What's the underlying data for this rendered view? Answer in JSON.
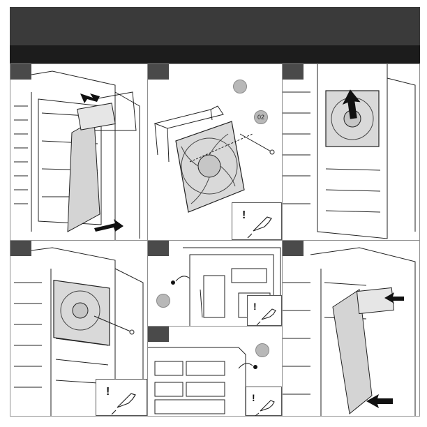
{
  "manual": {
    "title": "",
    "section": ""
  },
  "steps": [
    {
      "panel": "remove-front-cover",
      "arrows": [
        "release-latch",
        "pull-cover-out"
      ]
    },
    {
      "panel": "attach-fan-to-bracket",
      "callouts": [
        "",
        "02"
      ],
      "tip_icon": "screwdriver-icon"
    },
    {
      "panel": "slide-fan-bracket-up",
      "arrows": [
        "lift-bracket"
      ]
    },
    {
      "panel": "fasten-bracket-screw",
      "tip_icon": "screwdriver-icon"
    },
    {
      "panel": "secure-bottom-screw",
      "callouts": [
        ""
      ],
      "tip_icon": "screwdriver-icon"
    },
    {
      "panel": "secure-rear-screw",
      "callouts": [
        ""
      ],
      "tip_icon": "screwdriver-icon"
    },
    {
      "panel": "reinstall-front-cover",
      "arrows": [
        "push-latch",
        "push-cover-in"
      ]
    }
  ],
  "colors": {
    "header_dark": "#3a3a3a",
    "header_darker": "#1c1c1c",
    "line_art": "#222222",
    "callout_fill": "#b8b8b8"
  },
  "icons": {
    "tip": "screwdriver-icon",
    "warning": "exclamation-icon"
  }
}
